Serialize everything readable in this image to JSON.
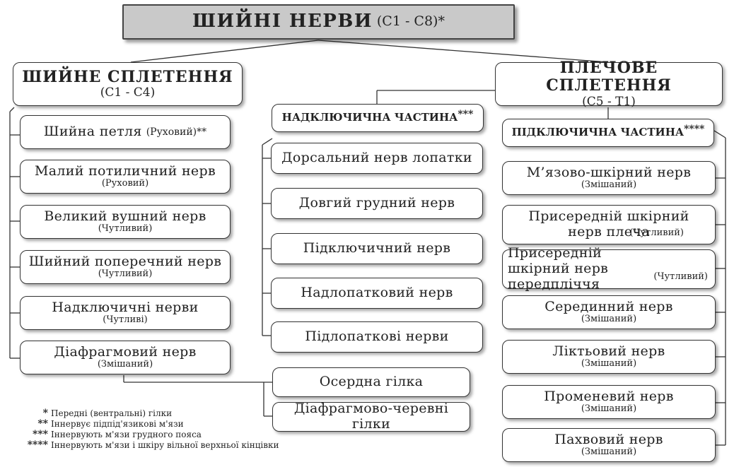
{
  "top": {
    "title": "ШИЙНІ НЕРВИ",
    "range": "(С1 - С8)*"
  },
  "left": {
    "title": "ШИЙНЕ СПЛЕТЕННЯ",
    "range": "(С1 - С4)",
    "items": [
      {
        "name": "Шийна петля",
        "type": "(Руховий)**"
      },
      {
        "name": "Малий потиличний нерв",
        "type": "(Руховий)"
      },
      {
        "name": "Великий вушний нерв",
        "type": "(Чутливий)"
      },
      {
        "name": "Шийний поперечний нерв",
        "type": "(Чутливий)"
      },
      {
        "name": "Надключичні нерви",
        "type": "(Чутливі)"
      },
      {
        "name": "Діафрагмовий нерв",
        "type": "(Змішаний)"
      }
    ]
  },
  "middle": {
    "title": "НАДКЛЮЧИЧНА ЧАСТИНА",
    "stars": "***",
    "items": [
      "Дорсальний нерв лопатки",
      "Довгий грудний нерв",
      "Підключичний нерв",
      "Надлопатковий нерв",
      "Підлопаткові нерви"
    ],
    "extra": [
      "Осердна гілка",
      "Діафрагмово-черевні гілки"
    ]
  },
  "right": {
    "title": "ПЛЕЧОВЕ СПЛЕТЕННЯ",
    "range": "(С5 - Т1)",
    "part_title": "ПІДКЛЮЧИЧНА ЧАСТИНА",
    "part_stars": "****",
    "items": [
      {
        "name": "М’язово-шкірний нерв",
        "type": "(Змішаний)"
      },
      {
        "name": "Присередній шкірний нерв плеча",
        "type": "(Чутливий)"
      },
      {
        "name": "Присередній шкірний нерв передпліччя",
        "type": "(Чутливий)"
      },
      {
        "name": "Серединний нерв",
        "type": "(Змішаний)"
      },
      {
        "name": "Ліктьовий нерв",
        "type": "(Змішаний)"
      },
      {
        "name": "Променевий нерв",
        "type": "(Змішаний)"
      },
      {
        "name": "Пахвовий нерв",
        "type": "(Змішаний)"
      }
    ]
  },
  "legend": [
    {
      "mark": "*",
      "text": "Передні (вентральні) гілки"
    },
    {
      "mark": "**",
      "text": "Іннервує підпід'язикові м'язи"
    },
    {
      "mark": "***",
      "text": "Іннервують м'язи грудного пояса"
    },
    {
      "mark": "****",
      "text": "Іннервують м'язи і шкіру вільної верхньої кінцівки"
    }
  ]
}
